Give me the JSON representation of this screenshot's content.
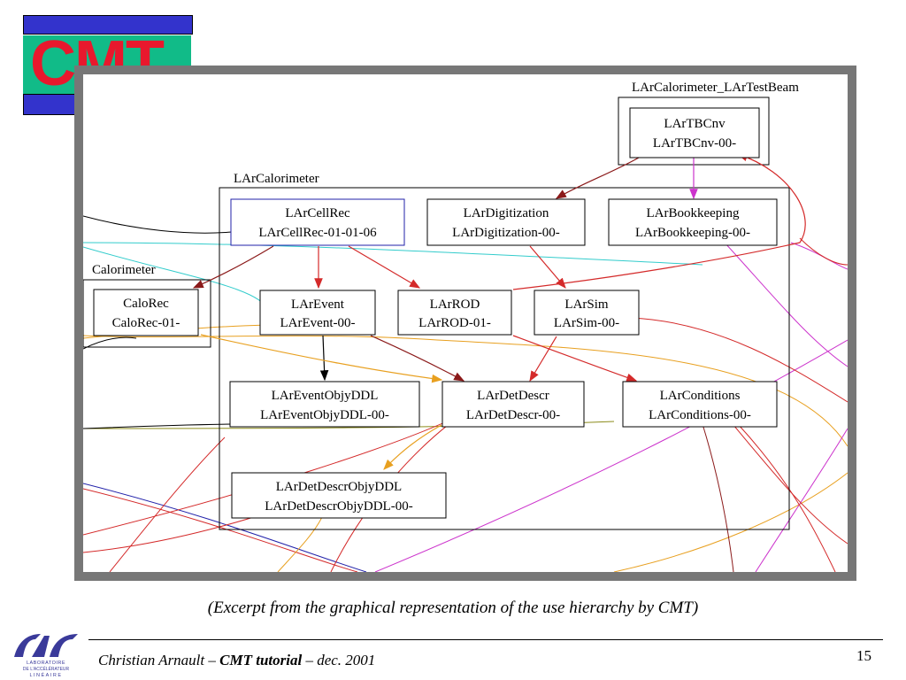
{
  "logo": {
    "text": "CMT"
  },
  "clusters": {
    "testbeam": "LArCalorimeter_LArTestBeam",
    "larcal": "LArCalorimeter",
    "calo": "Calorimeter"
  },
  "nodes": {
    "lartbcnv": {
      "name": "LArTBCnv",
      "version": "LArTBCnv-00-"
    },
    "larcellrec": {
      "name": "LArCellRec",
      "version": "LArCellRec-01-01-06"
    },
    "lardigitization": {
      "name": "LArDigitization",
      "version": "LArDigitization-00-"
    },
    "larbookkeeping": {
      "name": "LArBookkeeping",
      "version": "LArBookkeeping-00-"
    },
    "calorec": {
      "name": "CaloRec",
      "version": "CaloRec-01-"
    },
    "larevent": {
      "name": "LArEvent",
      "version": "LArEvent-00-"
    },
    "larrod": {
      "name": "LArROD",
      "version": "LArROD-01-"
    },
    "larsim": {
      "name": "LArSim",
      "version": "LArSim-00-"
    },
    "lareventobjyddl": {
      "name": "LArEventObjyDDL",
      "version": "LArEventObjyDDL-00-"
    },
    "lardetdescr": {
      "name": "LArDetDescr",
      "version": "LArDetDescr-00-"
    },
    "larconditions": {
      "name": "LArConditions",
      "version": "LArConditions-00-"
    },
    "lardetdescrobjyddl": {
      "name": "LArDetDescrObjyDDL",
      "version": "LArDetDescrObjyDDL-00-"
    }
  },
  "edge_colors": {
    "darkred": "#8b1a1a",
    "red": "#d42a2a",
    "magenta": "#cc33cc",
    "orange": "#e8a020",
    "cyan": "#33cccc",
    "blue": "#2222aa",
    "black": "#000000"
  },
  "caption": "(Excerpt from the graphical representation of  the use hierarchy by CMT)",
  "footer": {
    "author": "Christian Arnault – ",
    "title": "CMT tutorial",
    "date": " – dec. 2001",
    "page": "15"
  },
  "institution_logo": {
    "text": "LABORATOIRE DE L'ACCÉLÉRATEUR LINÉAIRE"
  }
}
